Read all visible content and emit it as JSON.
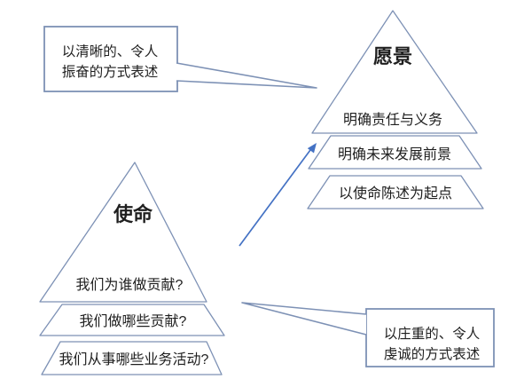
{
  "colors": {
    "shape_stroke": "#7d91b5",
    "arrow": "#4472c4",
    "text": "#1f1f1f",
    "background": "#ffffff"
  },
  "diagram": {
    "vision_pyramid": {
      "title": "愿景",
      "levels": [
        "明确责任与义务",
        "明确未来发展前景",
        "以使命陈述为起点"
      ]
    },
    "mission_pyramid": {
      "title": "使命",
      "levels": [
        "我们为谁做贡献?",
        "我们做哪些贡献?",
        "我们从事哪些业务活动?"
      ]
    },
    "vision_callout": {
      "line1": "以清晰的、令人",
      "line2": "振奋的方式表述"
    },
    "mission_callout": {
      "line1": "以庄重的、令人",
      "line2": "虔诚的方式表述"
    }
  }
}
